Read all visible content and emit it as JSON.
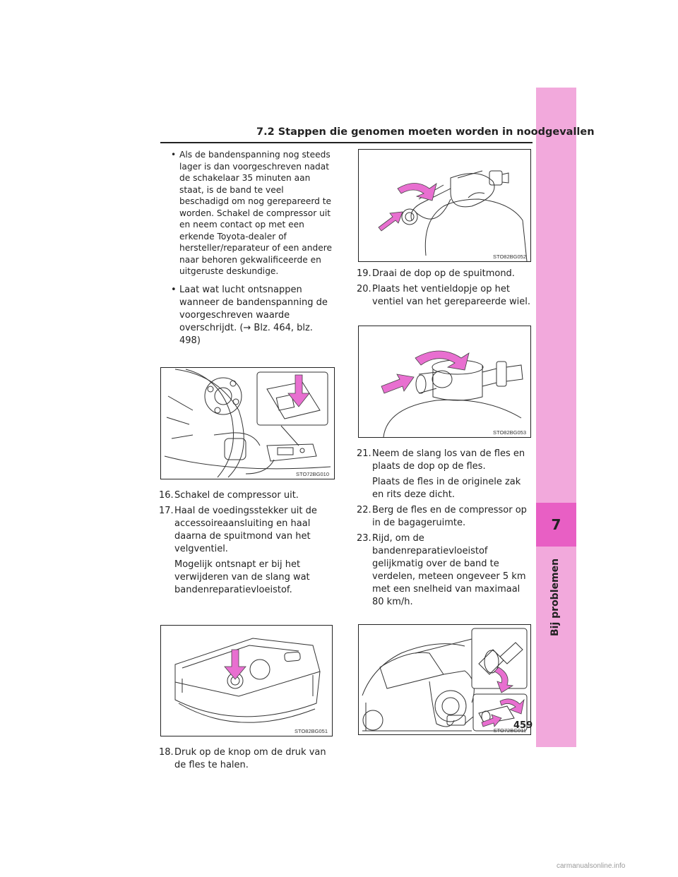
{
  "header": {
    "section": "7.2 Stappen die genomen moeten worden in noodgevallen"
  },
  "side_tab": {
    "chapter_number": "7",
    "chapter_title": "Bij problemen"
  },
  "left": {
    "bullets": [
      "Als de bandenspanning nog steeds lager is dan voorgeschreven nadat de schakelaar 35 minuten aan staat, is de band te veel beschadigd om nog gerepareerd te worden. Schakel de compressor uit en neem contact op met een erkende Toyota-dealer of hersteller/reparateur of een andere naar behoren gekwalificeerde en uitgeruste deskundige.",
      "Laat wat lucht ontsnappen wanneer de bandenspanning de voorgeschreven waarde overschrijdt. (→ Blz. 464, blz. 498)"
    ],
    "figure1_code": "STO72BG010",
    "steps_a": [
      {
        "num": "16.",
        "text": [
          "Schakel de compressor uit."
        ]
      },
      {
        "num": "17.",
        "text": [
          "Haal de voedingsstekker uit de accessoireaansluiting en haal daarna de spuitmond van het velgventiel.",
          "Mogelijk ontsnapt er bij het verwijderen van de slang wat bandenreparatievloeistof."
        ]
      }
    ],
    "figure2_code": "STO82BG051",
    "steps_b": [
      {
        "num": "18.",
        "text": [
          "Druk op de knop om de druk van de fles te halen."
        ]
      }
    ]
  },
  "right": {
    "figure3_code": "STO82BG052",
    "steps_a": [
      {
        "num": "19.",
        "text": [
          "Draai de dop op de spuitmond."
        ]
      },
      {
        "num": "20.",
        "text": [
          "Plaats het ventieldopje op het ventiel van het gerepareerde wiel."
        ]
      }
    ],
    "figure4_code": "STO82BG053",
    "steps_b": [
      {
        "num": "21.",
        "text": [
          "Neem de slang los van de fles en plaats de dop op de fles.",
          "Plaats de fles in de originele zak en rits deze dicht."
        ]
      },
      {
        "num": "22.",
        "text": [
          "Berg de fles en de compressor op in de bagageruimte."
        ]
      },
      {
        "num": "23.",
        "text": [
          "Rijd, om de bandenreparatievloeistof gelijkmatig over de band te verdelen, meteen ongeveer 5 km met een snelheid van maximaal 80 km/h."
        ]
      }
    ],
    "figure5_code": "STO72BG011"
  },
  "page_number": "459",
  "footer": "carmanualsonline.info",
  "colors": {
    "tab_light": "#f2a9dc",
    "tab_dark": "#e85fc4",
    "arrow": "#e86fd0"
  }
}
